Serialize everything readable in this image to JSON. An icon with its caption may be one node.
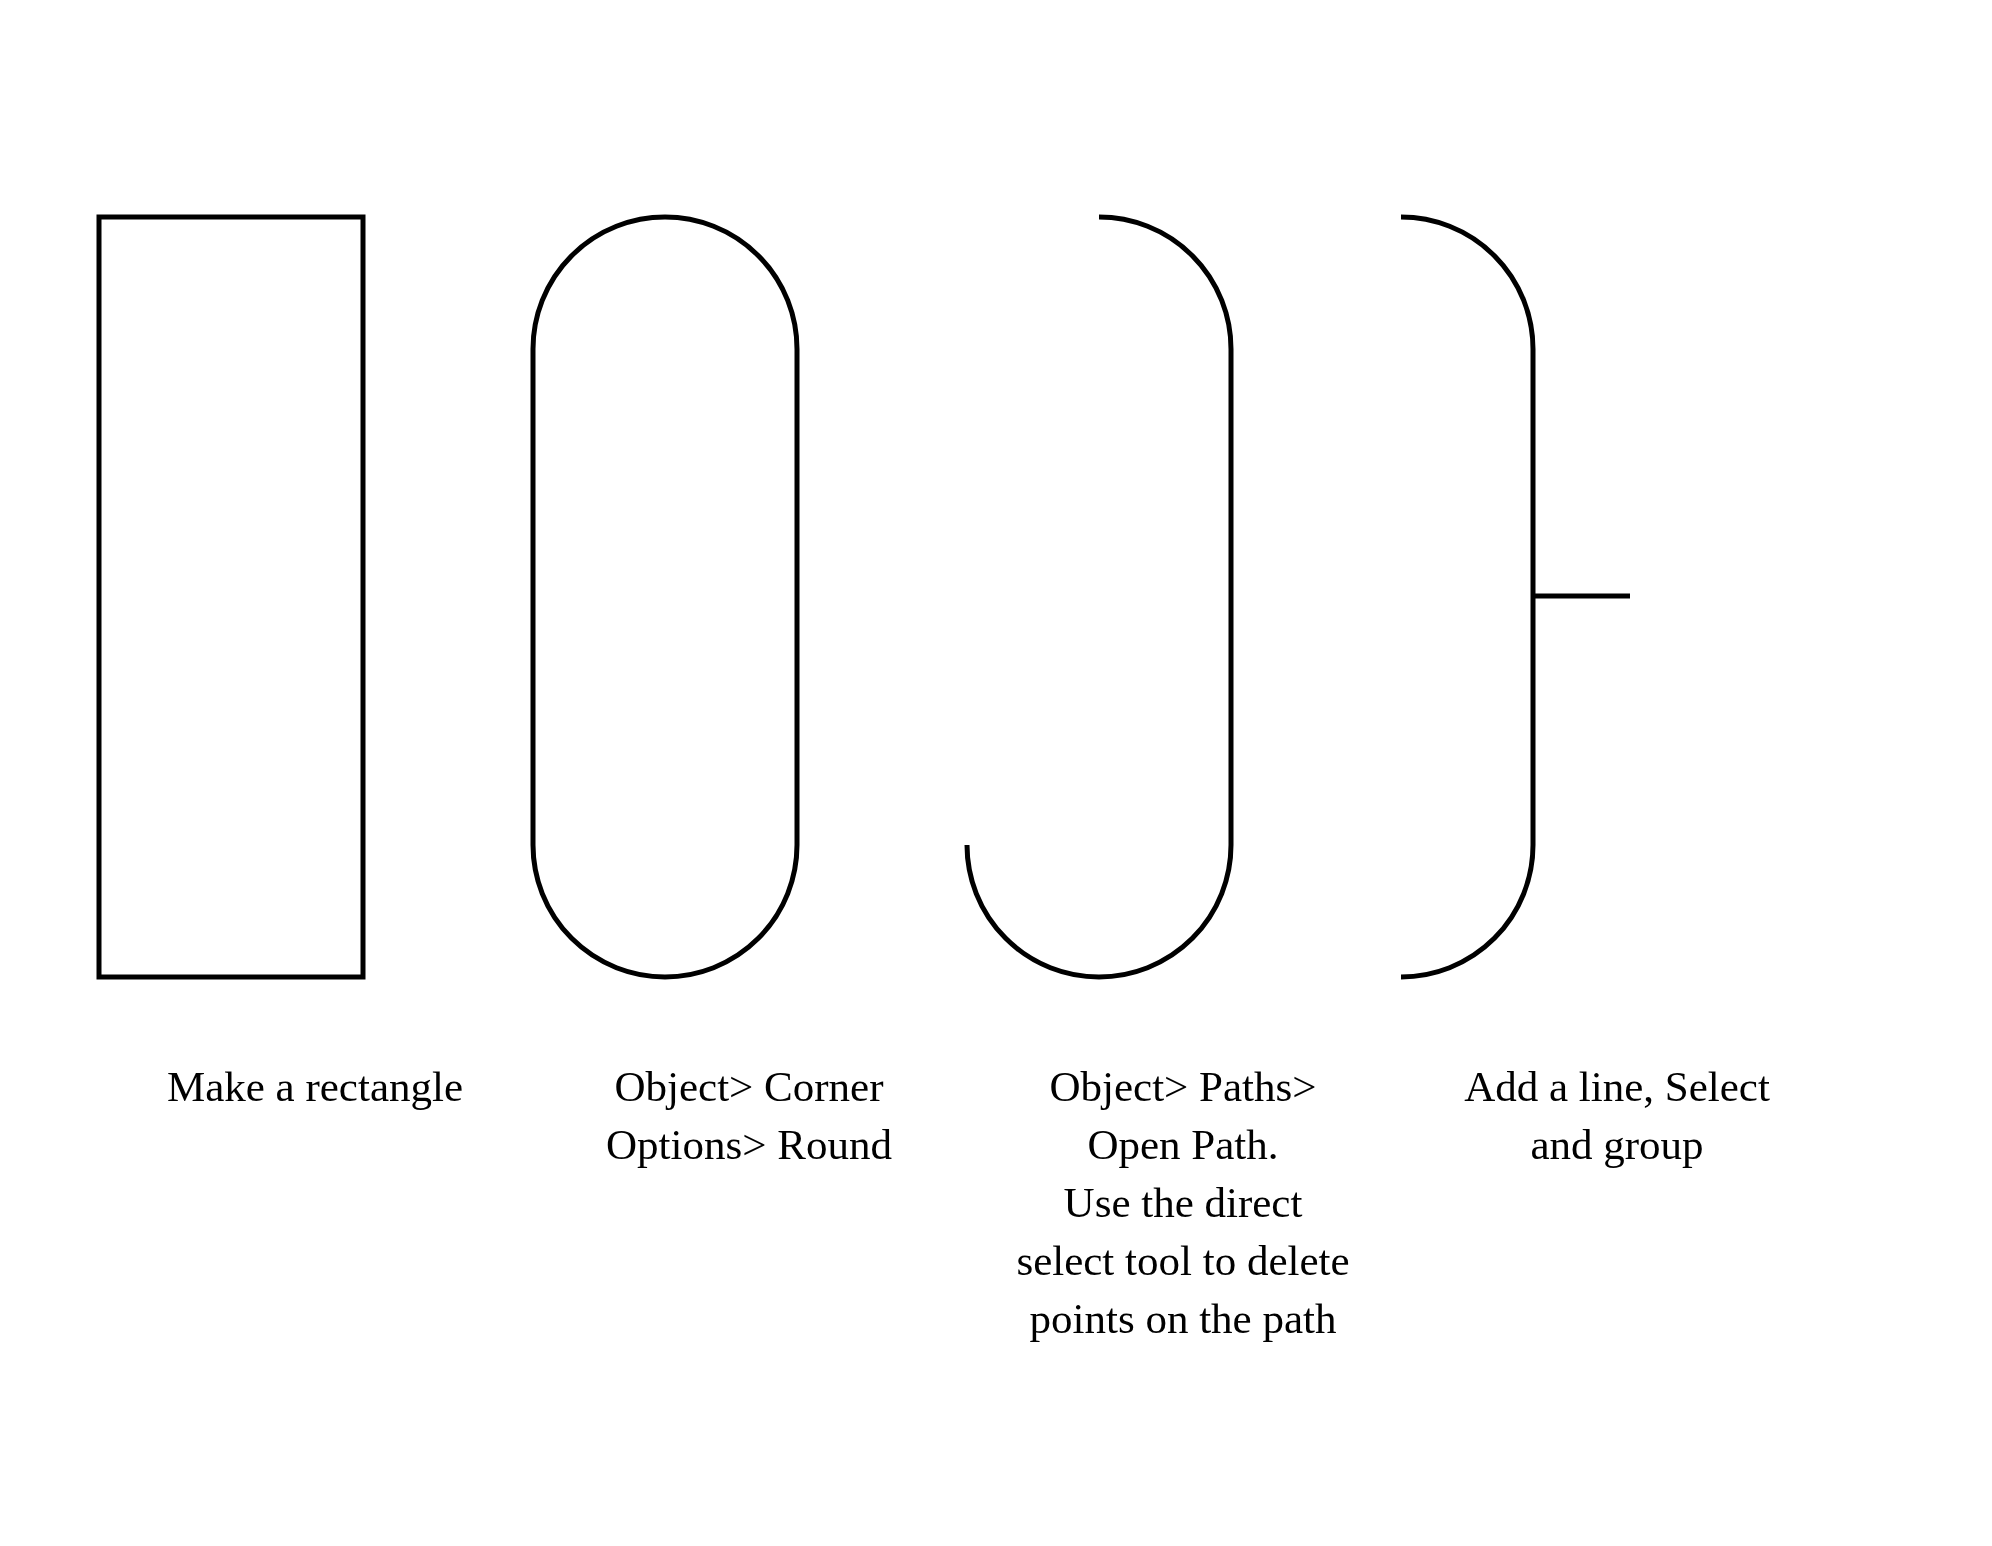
{
  "diagram": {
    "nodes": [
      {
        "text": [],
        "shape": "box",
        "beside": [
          "Make a rectangle"
        ]
      },
      {
        "text": [],
        "shape": "pill",
        "beside": [
          "Object> Corner Options> Round"
        ]
      },
      {
        "text": [],
        "shape": "arc",
        "beside": [
          "Object> Paths> Open Path.",
          "Use the direct select tool to delete points on the path"
        ]
      },
      {
        "text": [],
        "shape": "bracket",
        "beside": [
          "Add a line, Select and group"
        ]
      }
    ]
  }
}
